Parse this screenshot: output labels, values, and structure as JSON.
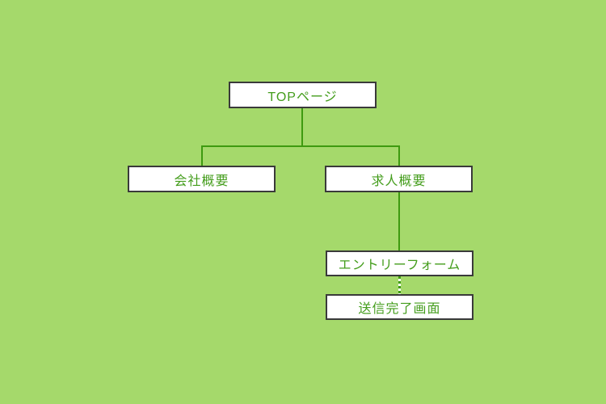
{
  "diagram": {
    "type": "sitemap-flowchart",
    "background_color": "#a5d96b",
    "connector_color": "#3e9a10",
    "box_fill": "#ffffff",
    "box_border_color": "#3a3a3a",
    "text_color": "#449d1c",
    "nodes": {
      "top": {
        "label": "TOPページ"
      },
      "company": {
        "label": "会社概要"
      },
      "recruit": {
        "label": "求人概要"
      },
      "entry": {
        "label": "エントリーフォーム"
      },
      "complete": {
        "label": "送信完了画面"
      }
    },
    "edges": [
      {
        "from": "TOPページ",
        "to": "会社概要",
        "style": "solid"
      },
      {
        "from": "TOPページ",
        "to": "求人概要",
        "style": "solid"
      },
      {
        "from": "求人概要",
        "to": "エントリーフォーム",
        "style": "solid"
      },
      {
        "from": "エントリーフォーム",
        "to": "送信完了画面",
        "style": "dotted"
      }
    ]
  }
}
